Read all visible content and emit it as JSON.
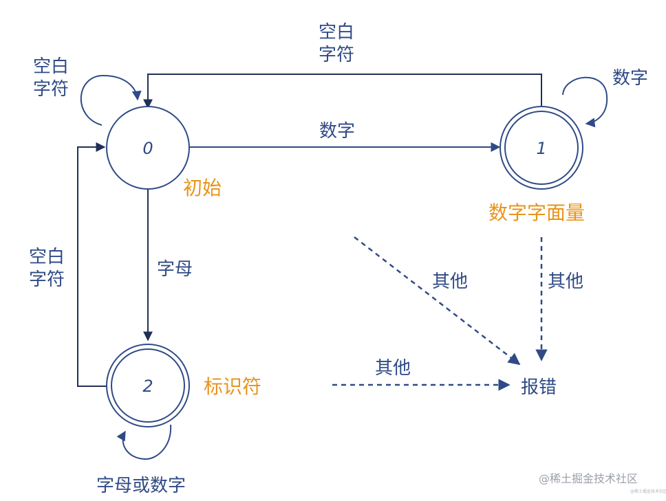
{
  "states": [
    {
      "number": "0",
      "label": "初始"
    },
    {
      "number": "1",
      "label": "数字字面量"
    },
    {
      "number": "2",
      "label": "标识符"
    }
  ],
  "sink": {
    "label": "报错"
  },
  "transitions": {
    "s0_self": [
      "空白",
      "字符"
    ],
    "s1_to_s0": [
      "空白",
      "字符"
    ],
    "s0_to_s1": "数字",
    "s1_self": "数字",
    "s0_to_s2": "字母",
    "s2_to_s0": [
      "空白",
      "字符"
    ],
    "s2_self": "字母或数字",
    "other_diag": "其他",
    "s1_to_error": "其他",
    "s2_to_error": "其他"
  },
  "watermark": {
    "main": "@稀土掘金技术社区",
    "small": "@稀土掘金技术社区"
  },
  "colors": {
    "stroke": "#2f4a86",
    "state_label": "#e8941a",
    "watermark": "#9aa0a8"
  }
}
